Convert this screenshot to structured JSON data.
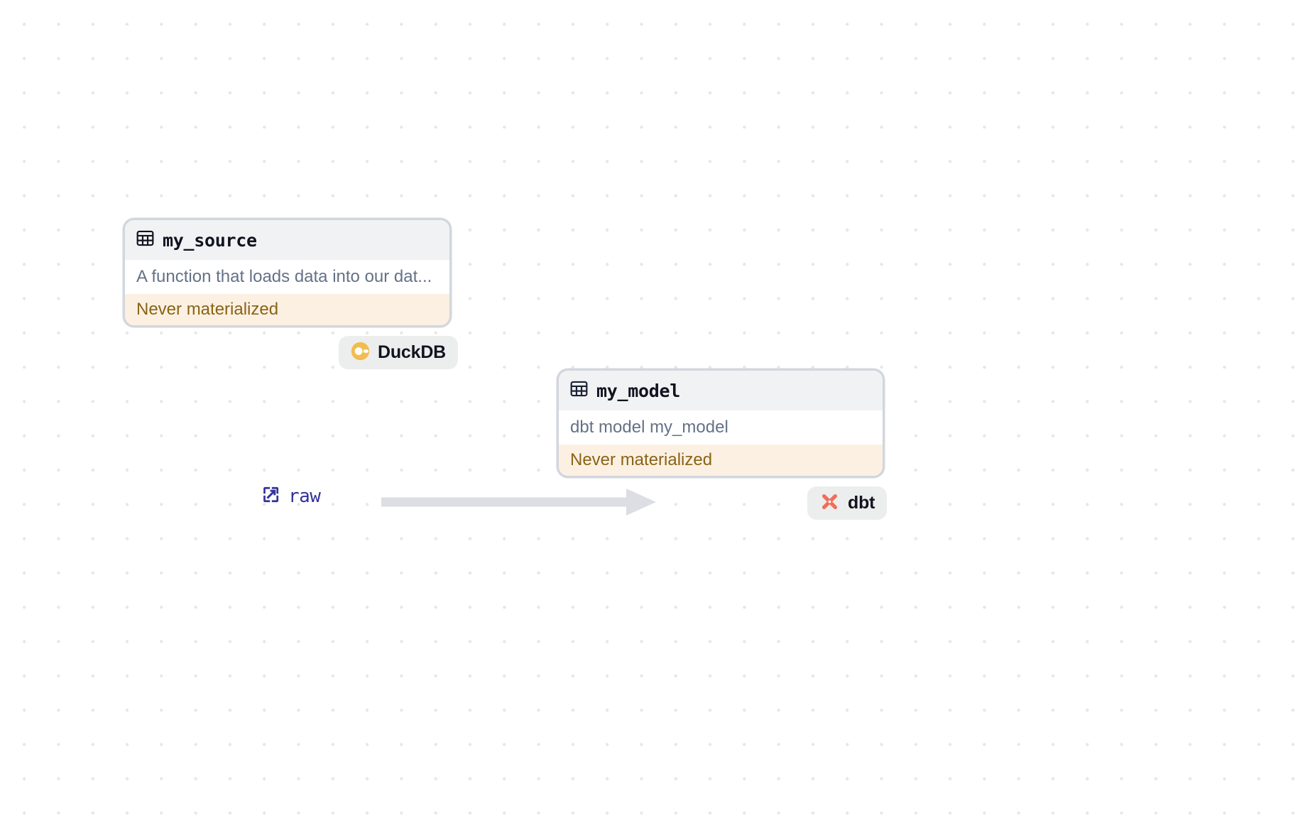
{
  "canvas": {
    "background": "#ffffff",
    "dot_color": "#e7e7e5"
  },
  "colors": {
    "node_border": "#d2d6de",
    "node_header_bg": "#f1f2f4",
    "node_title": "#10141f",
    "node_desc_text": "#657187",
    "status_bg": "#fbf0e2",
    "status_text": "#8a6415",
    "badge_bg": "#eceded",
    "badge_text": "#10141f",
    "edge_line": "#dcdee3",
    "edge_label_text": "#33339a",
    "duckdb_logo": "#f2bc4e",
    "dbt_logo": "#ef6f5d"
  },
  "nodes": [
    {
      "id": "my_source",
      "icon": "table-icon",
      "title": "my_source",
      "description": "A function that loads data into our dat...",
      "status": "Never materialized"
    },
    {
      "id": "my_model",
      "icon": "table-icon",
      "title": "my_model",
      "description": "dbt model my_model",
      "status": "Never materialized"
    }
  ],
  "badges": [
    {
      "id": "duckdb",
      "label": "DuckDB",
      "logo": "duckdb-logo-icon"
    },
    {
      "id": "dbt",
      "label": "dbt",
      "logo": "dbt-logo-icon"
    }
  ],
  "edges": [
    {
      "id": "raw",
      "label": "raw",
      "icon": "external-link-icon",
      "from": "my_source",
      "to": "my_model"
    }
  ]
}
